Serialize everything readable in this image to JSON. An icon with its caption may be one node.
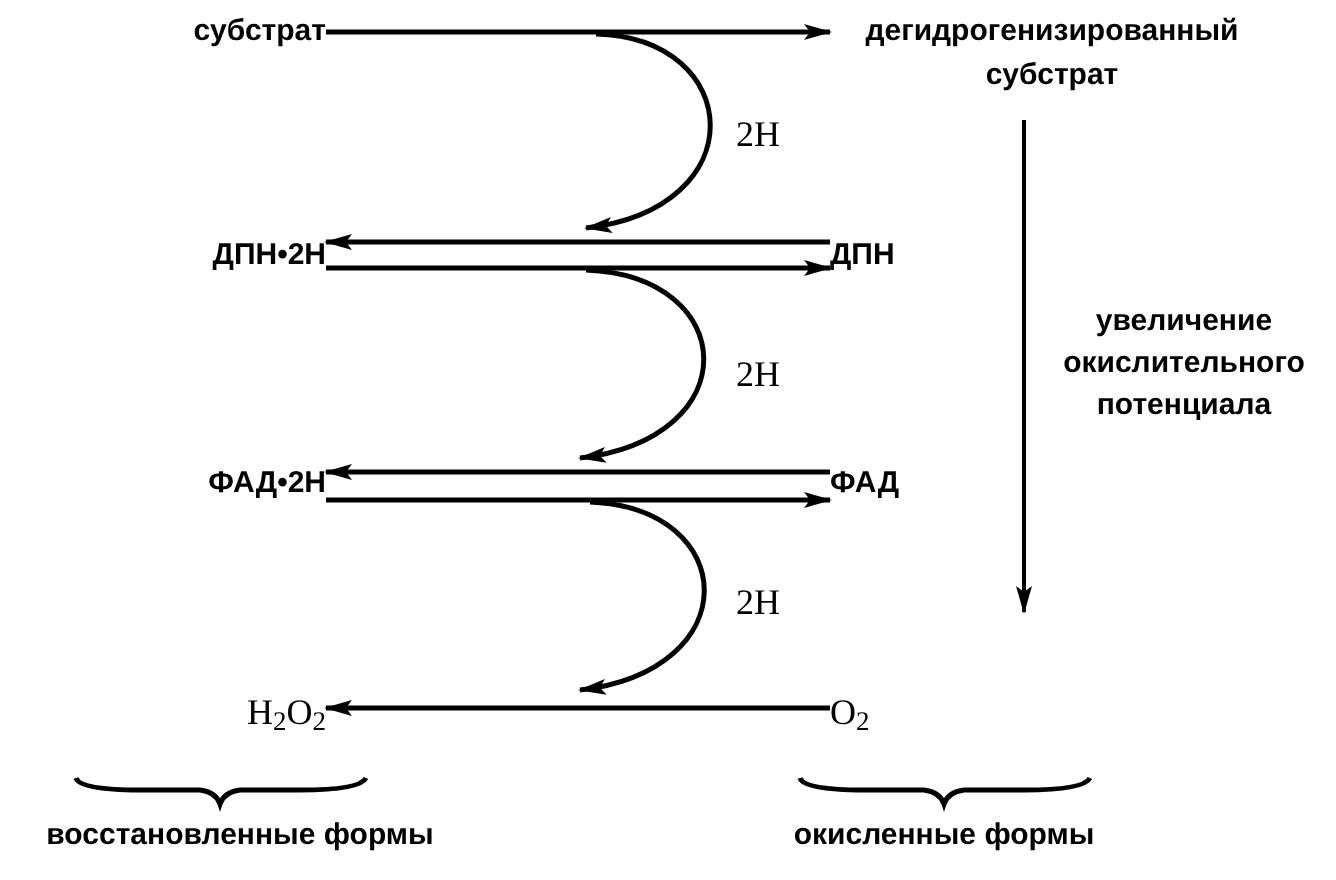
{
  "diagram": {
    "nodes": [
      {
        "text": [
          "субстрат"
        ]
      },
      {
        "text": [
          "дегидрогенизированный субстрат"
        ]
      },
      {
        "text": [
          "ДПН•2Н"
        ]
      },
      {
        "text": [
          "ДПН"
        ]
      },
      {
        "text": [
          "ФАД•2Н"
        ]
      },
      {
        "text": [
          "ФАД"
        ]
      },
      {
        "text": [
          "H$_{2}$O$_{2}$"
        ]
      },
      {
        "text": [
          "O$_{2}$"
        ]
      }
    ],
    "edges": [
      {
        "from": 0,
        "to": 1,
        "arrow": "to"
      },
      {
        "from": 3,
        "to": 2,
        "arrow": "to"
      },
      {
        "from": 2,
        "to": 3,
        "arrow": "to"
      },
      {
        "from": 5,
        "to": 4,
        "arrow": "to"
      },
      {
        "from": 4,
        "to": 5,
        "arrow": "to"
      },
      {
        "from": 7,
        "to": 6,
        "arrow": "to"
      }
    ],
    "labels": [
      "2H",
      "увеличение окислительного потенциала",
      "2H",
      "2H",
      "восстановленные формы",
      "окисленные формы"
    ]
  }
}
